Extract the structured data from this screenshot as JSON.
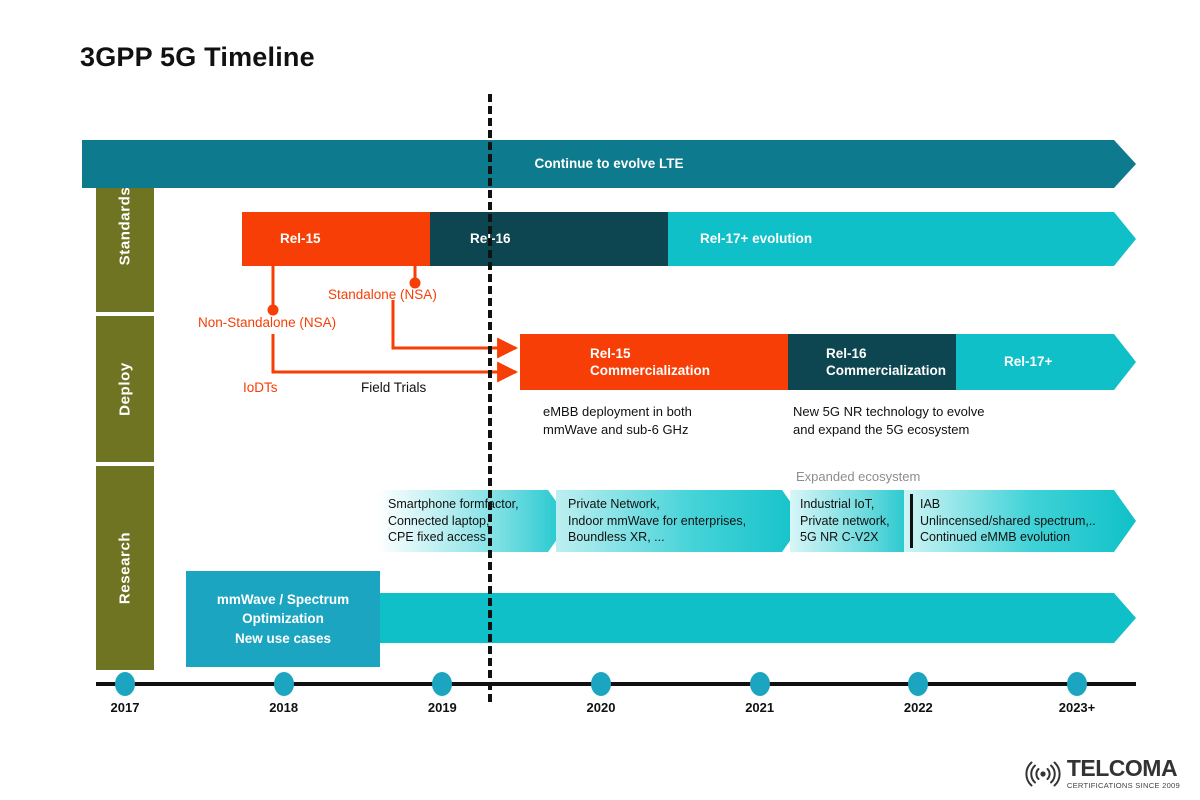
{
  "title": "3GPP 5G Timeline",
  "colors": {
    "teal": "#0E7A8E",
    "orange": "#F63E06",
    "dark_teal": "#0D4550",
    "cyan": "#0FC0C8",
    "olive": "#6E7422",
    "tick": "#1CA5C0",
    "muted": "#8d8d8d"
  },
  "bands": [
    {
      "label": "Standards"
    },
    {
      "label": "Deploy"
    },
    {
      "label": "Research"
    }
  ],
  "standards": {
    "lte_bar": "Continue to evolve LTE",
    "segments": [
      {
        "label": "Rel-15"
      },
      {
        "label": "Rel-16"
      },
      {
        "label": "Rel-17+ evolution"
      }
    ]
  },
  "annotations": {
    "non_standalone": "Non-Standalone (NSA)",
    "standalone": "Standalone (NSA)",
    "iodts": "IoDTs",
    "field_trials": "Field Trials"
  },
  "deploy": {
    "segments": [
      {
        "line1": "Rel-15",
        "line2": "Commercialization"
      },
      {
        "line1": "Rel-16",
        "line2": "Commercialization"
      },
      {
        "line1": "Rel-17+",
        "line2": ""
      }
    ],
    "notes": [
      {
        "line1": "eMBB deployment in both",
        "line2": "mmWave and sub-6 GHz"
      },
      {
        "line1": "New 5G NR technology to evolve",
        "line2": "and expand the 5G ecosystem"
      }
    ]
  },
  "research": {
    "expanded_ecosystem_label": "Expanded ecosystem",
    "segments": [
      {
        "lines": [
          "Smartphone formfactor,",
          "Connected laptop,",
          "CPE fixed access"
        ]
      },
      {
        "lines": [
          "Private Network,",
          "Indoor mmWave for enterprises,",
          "Boundless XR, ..."
        ]
      },
      {
        "lines": [
          "Industrial IoT,",
          "Private network,",
          "5G NR C-V2X"
        ]
      },
      {
        "lines": [
          "IAB",
          "Unlincensed/shared spectrum,..",
          "Continued eMMB evolution"
        ]
      }
    ],
    "mmwave_box": [
      "mmWave / Spectrum",
      "Optimization",
      "New use cases"
    ]
  },
  "timeline": {
    "years": [
      "2017",
      "2018",
      "2019",
      "2020",
      "2021",
      "2022",
      "2023+"
    ]
  },
  "logo": {
    "brand": "TELCOMA",
    "tagline": "CERTIFICATIONS SINCE 2009",
    "icon": "signal-waves-icon"
  }
}
